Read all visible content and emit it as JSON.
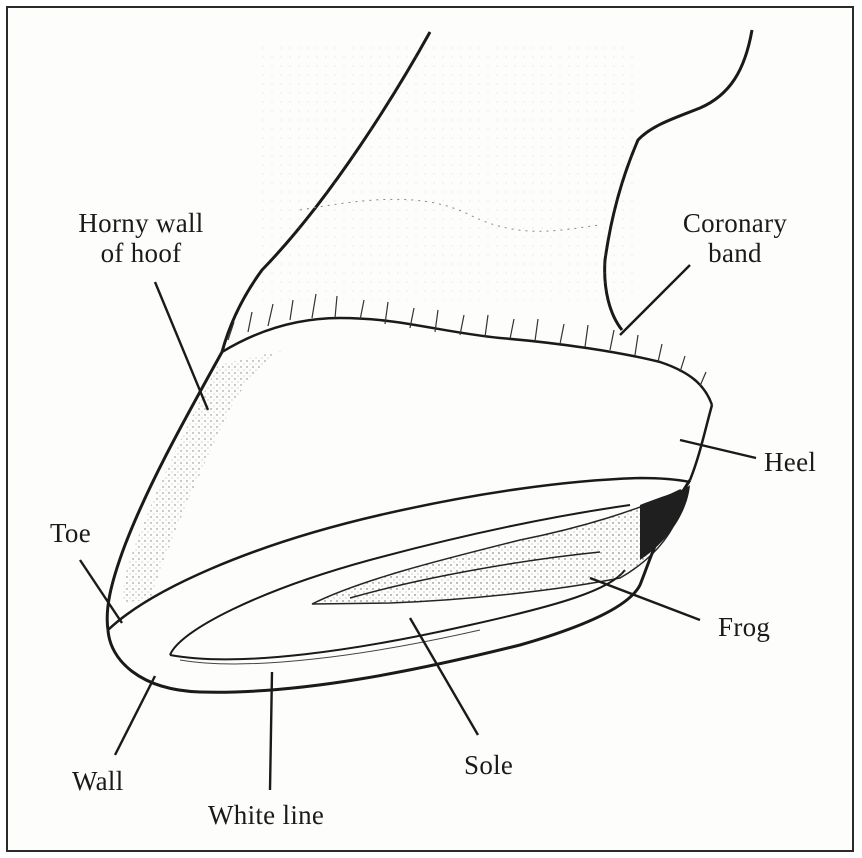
{
  "labels": {
    "horny_wall_line1": "Horny wall",
    "horny_wall_line2": "of hoof",
    "coronary_line1": "Coronary",
    "coronary_line2": "band",
    "heel": "Heel",
    "toe": "Toe",
    "frog": "Frog",
    "wall": "Wall",
    "sole": "Sole",
    "white_line": "White line"
  },
  "colors": {
    "ink": "#1a1a1a",
    "paper": "#fdfdfc",
    "frame": "#2a2a2a"
  }
}
